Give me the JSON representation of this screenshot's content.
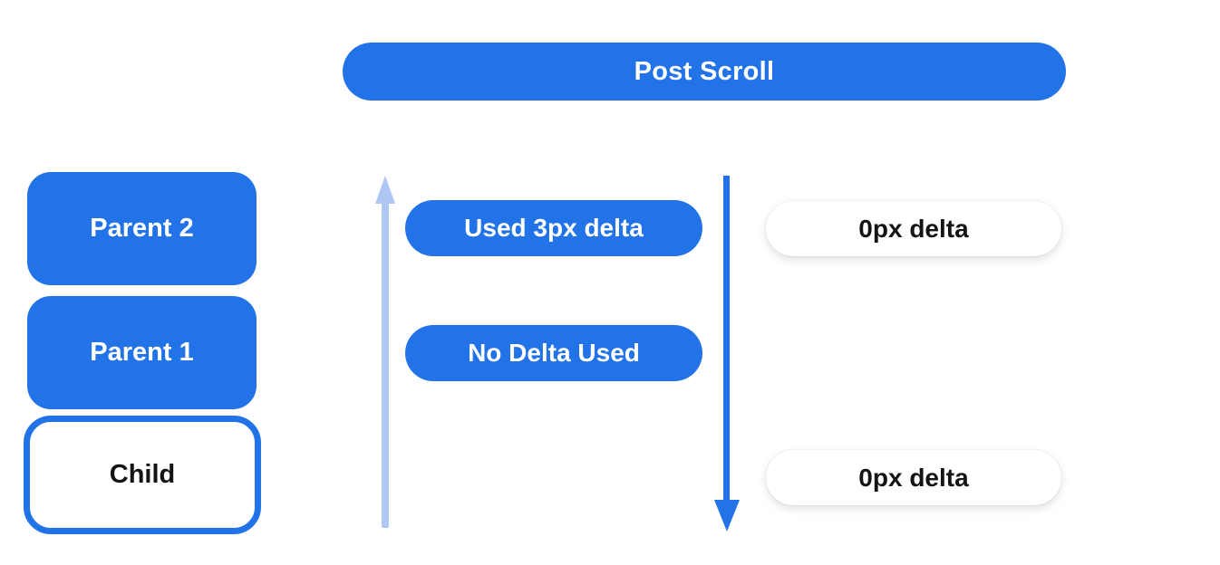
{
  "header": {
    "label": "Post Scroll"
  },
  "left_column": {
    "boxes": [
      {
        "label": "Parent 2",
        "variant": "filled"
      },
      {
        "label": "Parent 1",
        "variant": "filled"
      },
      {
        "label": "Child",
        "variant": "outlined"
      }
    ]
  },
  "middle_column": {
    "arrow": "up-arrow",
    "pills": [
      {
        "label": "Used 3px delta"
      },
      {
        "label": "No Delta Used"
      }
    ]
  },
  "right_column": {
    "arrow": "down-arrow",
    "pills": [
      {
        "label": "0px delta"
      },
      {
        "label": "0px delta"
      }
    ]
  },
  "colors": {
    "primary_blue": "#2273e8",
    "light_blue": "#aec7f3",
    "text_dark": "#141414",
    "pill_white": "#ffffff"
  }
}
